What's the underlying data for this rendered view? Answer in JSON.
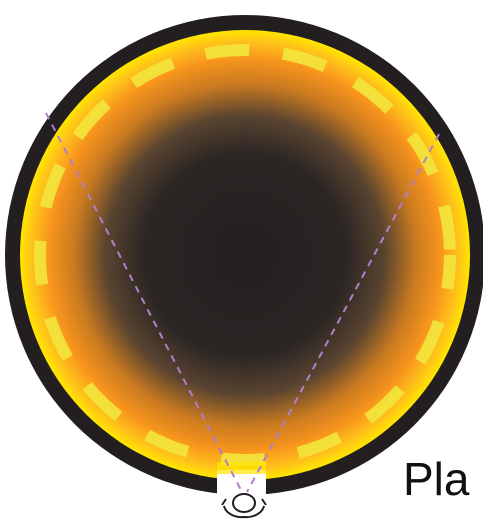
{
  "diagram": {
    "label": "Pla",
    "colors": {
      "outer_ring": "#231f20",
      "glow_yellow": "#ffe600",
      "glow_orange": "#f7941d",
      "core_dark": "#231f20",
      "dash_stroke": "#f2e33a",
      "sightline": "#b07fc9",
      "background": "#ffffff"
    },
    "icons": {
      "viewer": "person-viewer-icon"
    },
    "elements": {
      "dome": "dome-circle",
      "entrance": "entrance-gap",
      "sightlines": "dashed-view-lines"
    }
  }
}
